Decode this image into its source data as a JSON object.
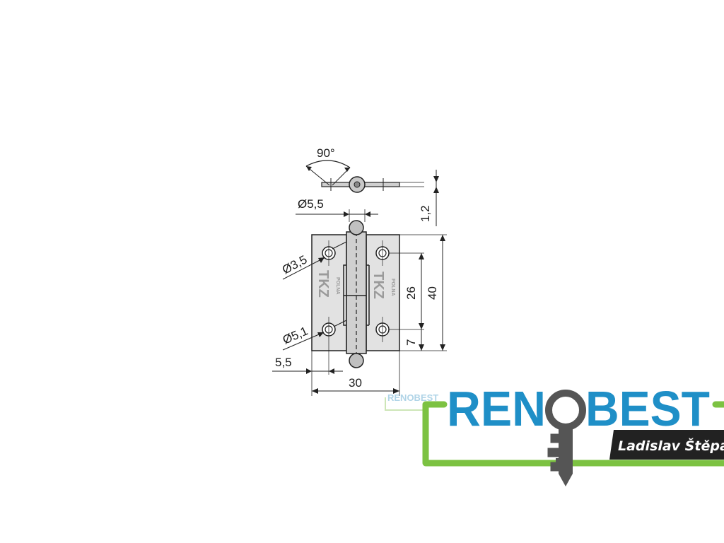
{
  "drawing": {
    "angle_label": "90°",
    "pin_diameter_label": "Ø5,5",
    "thickness_label": "1,2",
    "hole_diameter_label": "Ø3,5",
    "countersink_diameter_label": "Ø5,1",
    "hole_spacing_label": "26",
    "height_label": "40",
    "bottom_offset_label": "7",
    "side_offset_label": "5,5",
    "width_label": "30",
    "leaf_emboss_brand": "TKZ",
    "leaf_emboss_city": "POLNA"
  },
  "watermark": {
    "small_brand": "RENOBEST",
    "brand_left": "REN",
    "brand_right": "BEST",
    "owner": "Ladislav Štěpán"
  },
  "colors": {
    "brand_blue": "#1f8fc7",
    "brand_green": "#7cc242",
    "owner_bar": "#222222",
    "key_gray": "#555555"
  }
}
